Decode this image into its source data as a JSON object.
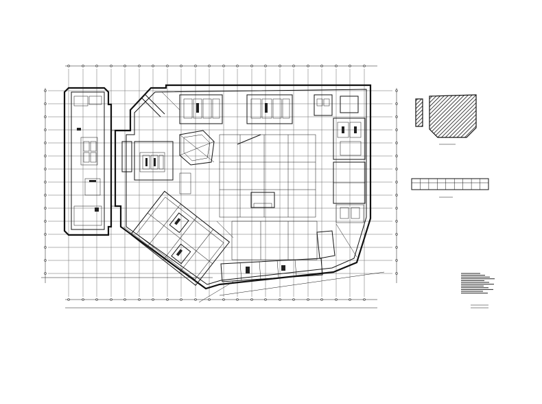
{
  "drawing": {
    "background_color": "#ffffff",
    "line_color": "#111111",
    "grid": true,
    "sheet_elements": [
      "floor-plan",
      "key-plan-thumbnail",
      "schedule-table",
      "general-notes"
    ]
  },
  "key_plan": {},
  "schedule_table": {
    "visible_columns": 9
  },
  "notes": {}
}
